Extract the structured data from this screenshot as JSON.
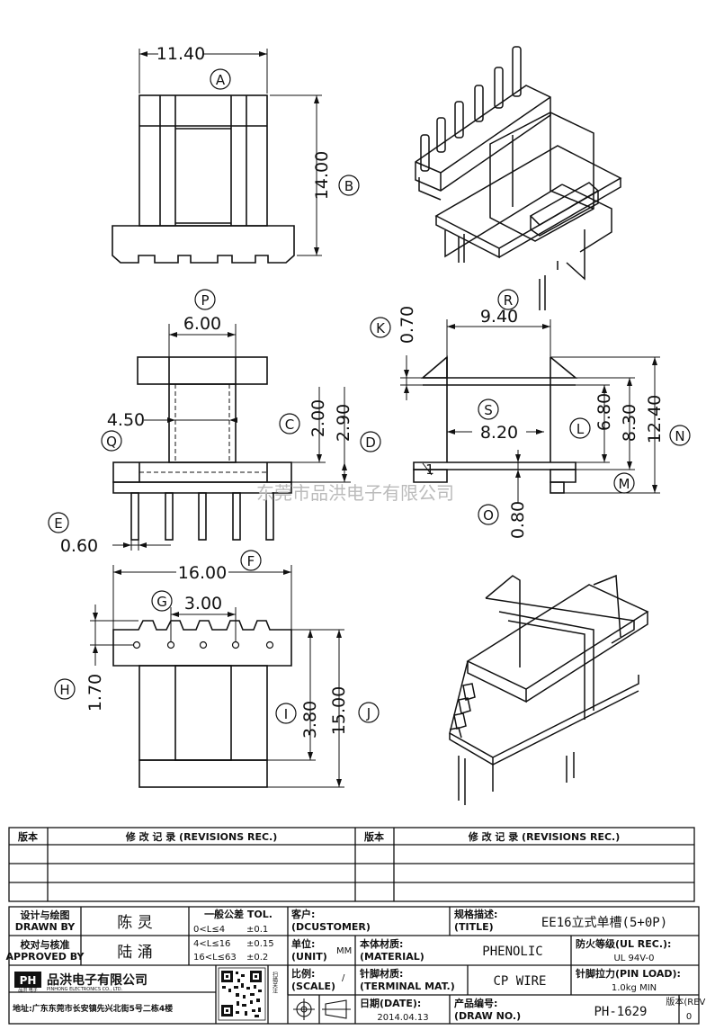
{
  "dimensions": {
    "width_top": "11.40",
    "height_top": "14.00",
    "p_width": "6.00",
    "q_width": "4.50",
    "c_height": "2.00",
    "d_height": "2.90",
    "e_pin": "0.60",
    "k_flange": "0.70",
    "r_width": "9.40",
    "s_width": "8.20",
    "l_height": "6.80",
    "m_height": "8.30",
    "n_height": "12.40",
    "o_height": "0.80",
    "f_width": "16.00",
    "g_pitch": "3.00",
    "h_height": "1.70",
    "i_height": "3.80",
    "j_height": "15.00"
  },
  "labels": {
    "A": "A",
    "B": "B",
    "C": "C",
    "D": "D",
    "E": "E",
    "F": "F",
    "G": "G",
    "H": "H",
    "I": "I",
    "J": "J",
    "K": "K",
    "L": "L",
    "M": "M",
    "N": "N",
    "O": "O",
    "P": "P",
    "Q": "Q",
    "R": "R",
    "S": "S",
    "pin_mark": "1",
    "side_mark": "P"
  },
  "watermark": "东莞市品洪电子有限公司",
  "revisions": {
    "col_version": "版本",
    "col_record": "修 改 记 录 (REVISIONS REC.)"
  },
  "title_block": {
    "drawn_by_label": "设计与绘图",
    "drawn_by_label_en": "DRAWN BY",
    "drawn_by": "陈 灵",
    "approved_label": "校对与核准",
    "approved_label_en": "APPROVED BY",
    "approved_by": "陆 涌",
    "tol_title": "一般公差 TOL.",
    "tol_row1_range": "0<L≤4",
    "tol_row1_value": "±0.1",
    "tol_row2_range": "4<L≤16",
    "tol_row2_value": "±0.15",
    "tol_row3_range": "16<L≤63",
    "tol_row3_value": "±0.2",
    "customer_label": "客户:",
    "customer_label_en": "(DCUSTOMER)",
    "title_label": "规格描述:",
    "title_label_en": "(TITLE)",
    "title": "EE16立式单槽(5+0P)",
    "unit_label": "单位:",
    "unit_label_en": "(UNIT)",
    "unit": "MM",
    "material_label": "本体材质:",
    "material_label_en": "(MATERIAL)",
    "material": "PHENOLIC",
    "fire_label": "防火等级(UL REC.):",
    "fire_value": "UL 94V-0",
    "scale_label": "比例:",
    "scale_label_en": "(SCALE)",
    "scale": "/",
    "terminal_label": "针脚材质:",
    "terminal_label_en": "(TERMINAL MAT.)",
    "terminal": "CP WIRE",
    "pin_load_label": "针脚拉力(PIN LOAD):",
    "pin_load_value": "1.0kg MIN",
    "date_label": "日期(DATE):",
    "date": "2014.04.13",
    "drawing_no_label": "产品编号:",
    "drawing_no_label_en": "(DRAW NO.)",
    "drawing_no": "PH-1629",
    "rev_label": "版本(REV):",
    "rev": "0",
    "company_logo": "PH",
    "company_logo_sub": "品洪 电子",
    "company_name": "品洪电子有限公司",
    "company_name_en": "PINHONG ELECTRONICS CO., LTD.",
    "address": "地址:广东东莞市长安镇先兴北街5号二栋4楼",
    "qr_caption": "扫描关注"
  }
}
